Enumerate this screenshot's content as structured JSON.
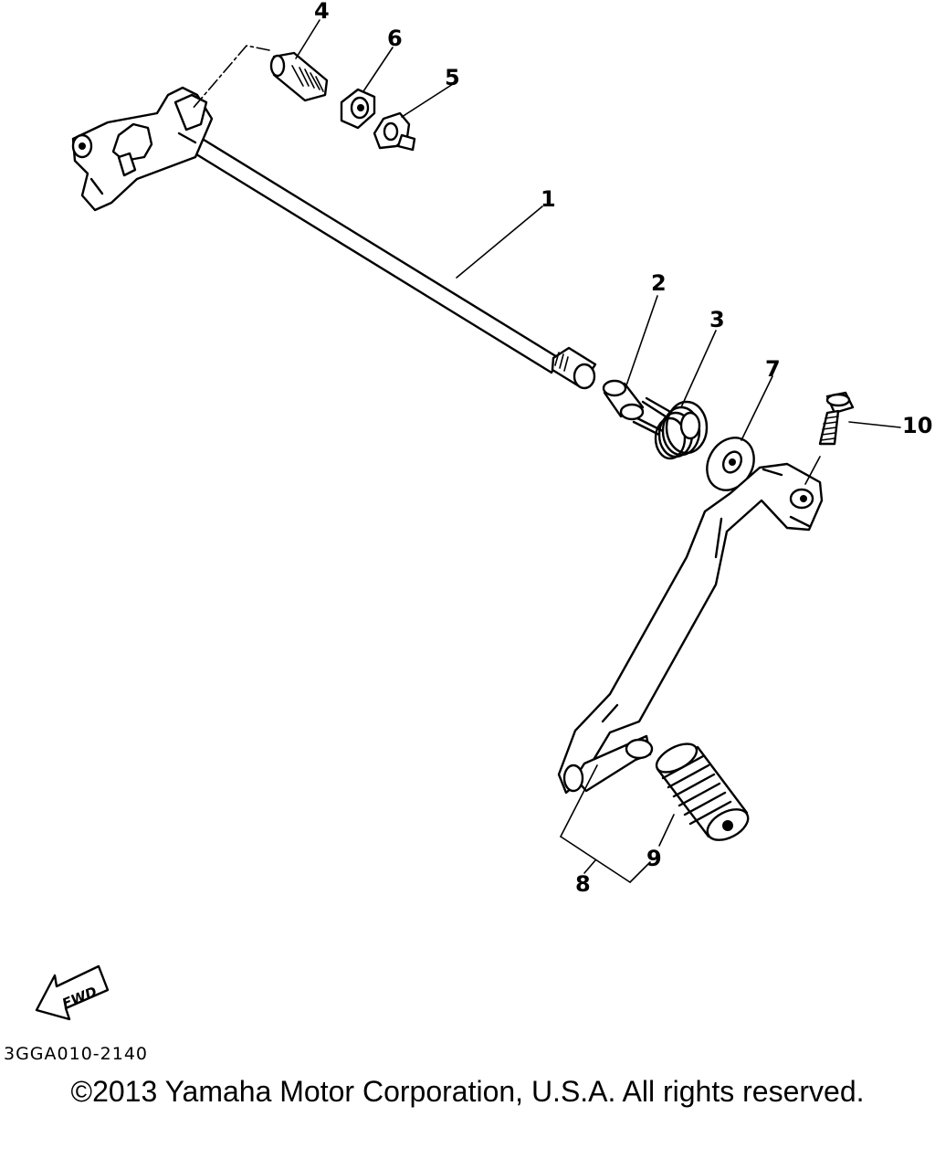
{
  "callouts": [
    {
      "id": "1",
      "label": "1"
    },
    {
      "id": "2",
      "label": "2"
    },
    {
      "id": "3",
      "label": "3"
    },
    {
      "id": "4",
      "label": "4"
    },
    {
      "id": "5",
      "label": "5"
    },
    {
      "id": "6",
      "label": "6"
    },
    {
      "id": "7",
      "label": "7"
    },
    {
      "id": "8",
      "label": "8"
    },
    {
      "id": "9",
      "label": "9"
    },
    {
      "id": "10",
      "label": "10"
    }
  ],
  "fwd_label": "FWD",
  "diagram_code": "3GGA010-2140",
  "copyright": "©2013 Yamaha Motor Corporation, U.S.A. All rights reserved."
}
